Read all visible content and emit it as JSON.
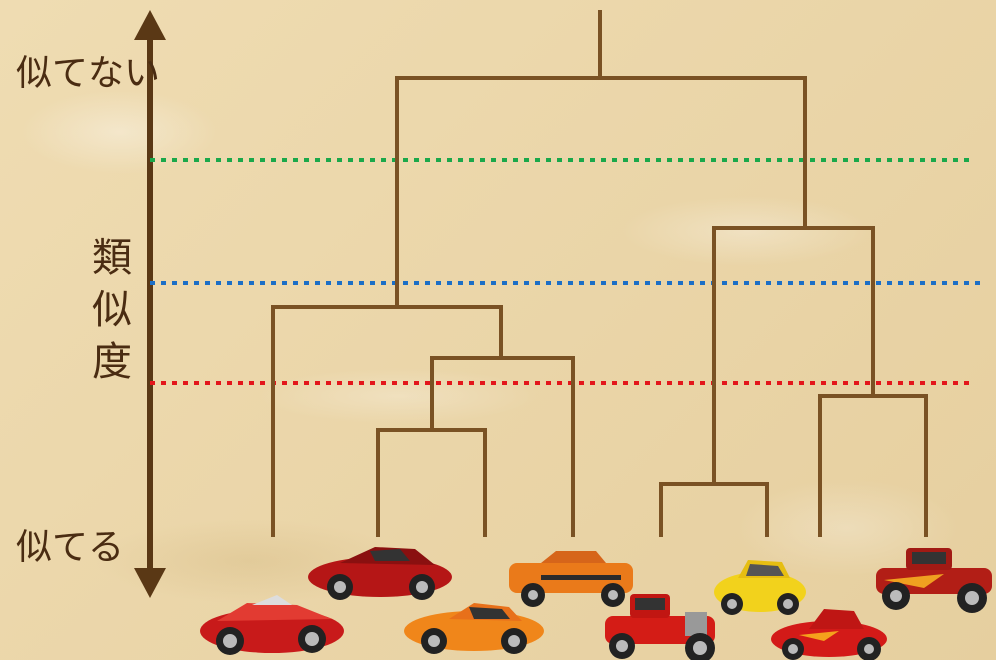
{
  "axis": {
    "top_label": "似てない",
    "middle_label": "類似度",
    "bottom_label": "似てる"
  },
  "colors": {
    "tree": "#7a5224",
    "axis": "#5a3815",
    "cut_high": "#1aa84a",
    "cut_mid": "#1c6fc6",
    "cut_low": "#e3161b"
  },
  "leaves": [
    "red-roadster",
    "red-gt-coupe",
    "orange-coupe",
    "orange-muscle-car",
    "red-hot-rod",
    "yellow-classic",
    "red-flame-hot-rod",
    "flame-hot-rod-coupe"
  ]
}
